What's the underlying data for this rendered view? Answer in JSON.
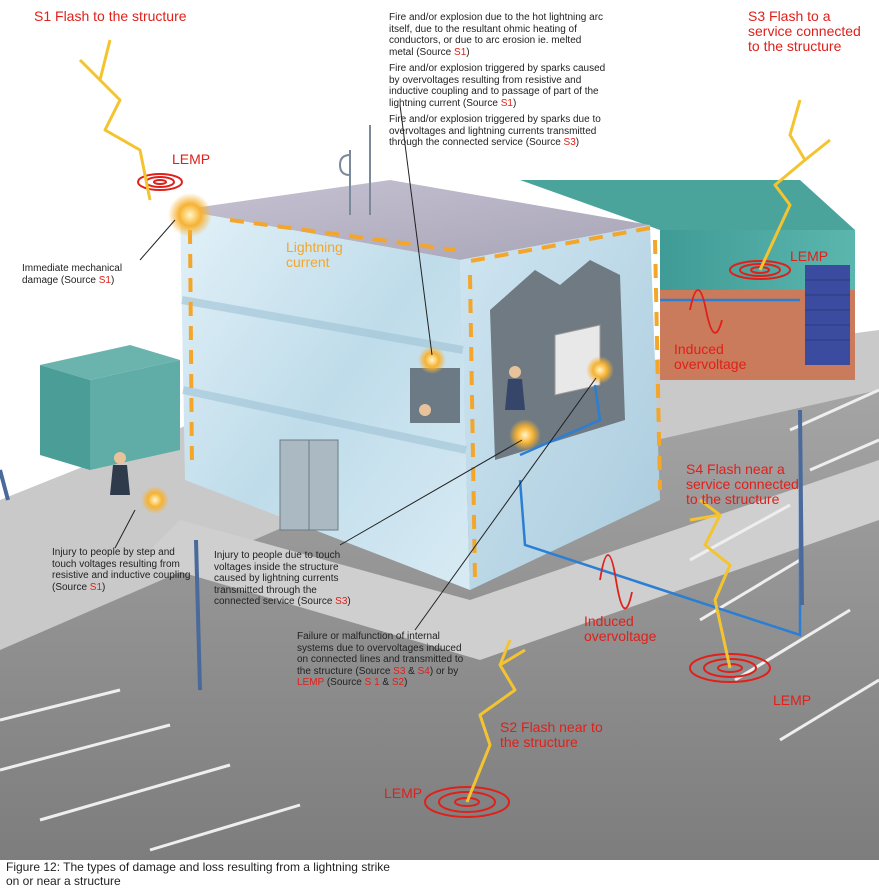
{
  "scenario": {
    "s1_title": "S1 Flash to the structure",
    "s3_title": "S3 Flash to a service connected to the structure",
    "s4_title": "S4 Flash near a service connected to the structure",
    "s2_title": "S2 Flash near to the structure",
    "lemp": "LEMP",
    "lightning_current": "Lightning current",
    "induced_overvoltage": "Induced overvoltage"
  },
  "notes": {
    "fire_arc": "Fire and/or explosion due to the hot lightning arc itself, due to the resultant ohmic heating of conductors, or due to arc erosion ie. melted metal (Source ",
    "fire_sparks_coupling": "Fire and/or explosion triggered by sparks caused by overvoltages resulting from resistive and inductive coupling and to passage of part of the lightning current (Source ",
    "fire_sparks_service": "Fire and/or explosion triggered by sparks due to overvoltages and lightning currents transmitted through the connected service (Source ",
    "mechanical": "Immediate mechanical damage (Source ",
    "injury_step": "Injury to people by step and touch voltages resulting from resistive and inductive coupling (Source ",
    "injury_touch": "Injury to people due to touch voltages inside the structure caused by lightning currents transmitted through the connected service (Source ",
    "failure": "Failure or malfunction of internal systems due to overvoltages induced on connected lines and transmitted to the structure (Source ",
    "failure_or_by": ") or by ",
    "failure_source": " (Source ",
    "src_s1": "S1",
    "src_s3": "S3",
    "src_s4": "S4",
    "src_s1_short": "S 1",
    "src_s2": "S2",
    "amp": " & ",
    "close": ")"
  },
  "caption": "Figure 12: The types of damage and loss resulting from a lightning strike on or near a structure",
  "colors": {
    "red_text": "#e0201b",
    "lightning_yellow": "#f4c430",
    "current_orange": "#f4a62a",
    "service_blue": "#2a7fd4",
    "wall_glass": "#cfe6f2",
    "road_grey": "#8c8c8c"
  }
}
